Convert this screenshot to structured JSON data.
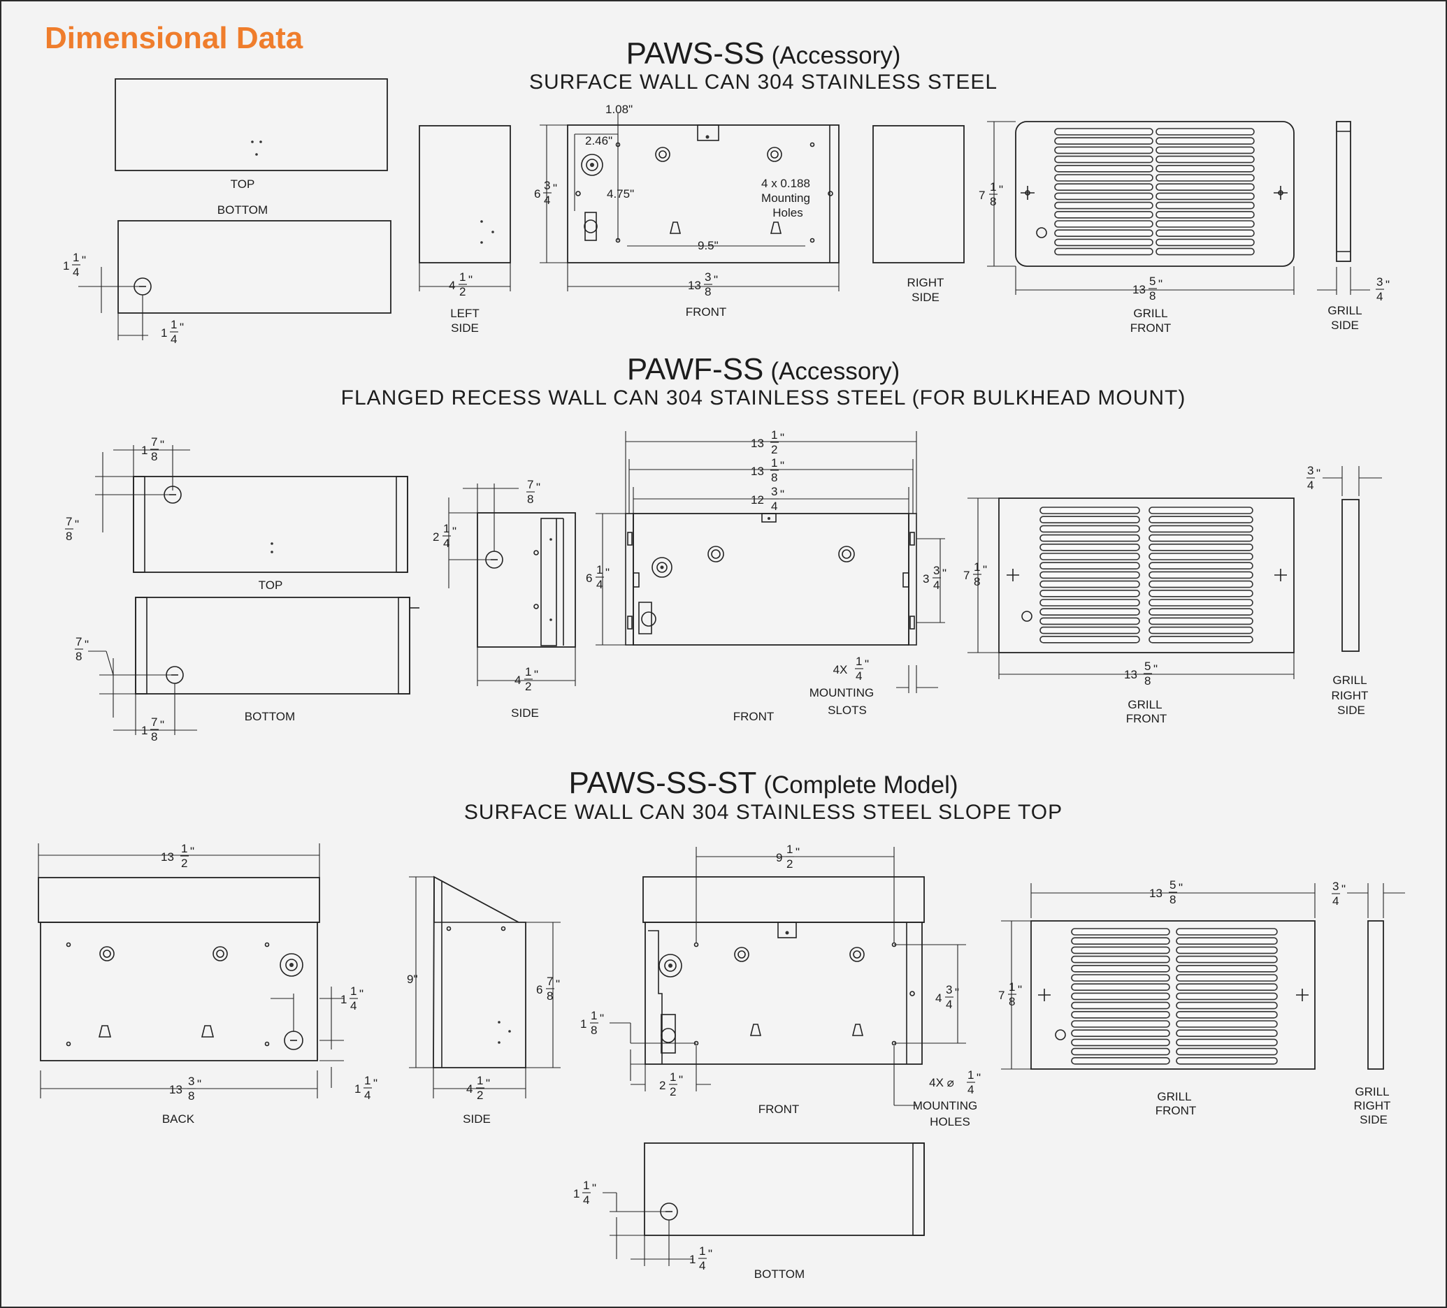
{
  "header": {
    "brand_title": "Dimensional Data"
  },
  "sections": [
    {
      "model": "PAWS-SS",
      "tag": "(Accessory)",
      "subtitle": "SURFACE WALL CAN 304 STAINLESS STEEL"
    },
    {
      "model": "PAWF-SS",
      "tag": "(Accessory)",
      "subtitle": "FLANGED RECESS WALL CAN 304 STAINLESS STEEL (FOR BULKHEAD MOUNT)"
    },
    {
      "model": "PAWS-SS-ST",
      "tag": "(Complete Model)",
      "subtitle": "SURFACE WALL CAN 304 STAINLESS STEEL SLOPE TOP"
    }
  ],
  "s1": {
    "top": "TOP",
    "bottom": "BOTTOM",
    "left_side": [
      "LEFT",
      "SIDE"
    ],
    "front": "FRONT",
    "right_side": [
      "RIGHT",
      "SIDE"
    ],
    "grill_front": [
      "GRILL",
      "FRONT"
    ],
    "grill_side": [
      "GRILL",
      "SIDE"
    ],
    "d_108": "1.08\"",
    "d_246": "2.46\"",
    "d_475": "4.75\"",
    "d_95": "9.5\"",
    "holes": [
      "4 x 0.188",
      "Mounting",
      "Holes"
    ]
  },
  "s2": {
    "top": "TOP",
    "bottom": "BOTTOM",
    "side": "SIDE",
    "front": "FRONT",
    "slots": [
      "MOUNTING",
      "SLOTS"
    ],
    "slots_qty": "4X",
    "grill_front": [
      "GRILL",
      "FRONT"
    ],
    "grill_side": [
      "GRILL",
      "RIGHT",
      "SIDE"
    ]
  },
  "s3": {
    "back": "BACK",
    "side": "SIDE",
    "front": "FRONT",
    "bottom": "BOTTOM",
    "d_9": "9\"",
    "holes_qty": "4X ⌀",
    "holes": [
      "MOUNTING",
      "HOLES"
    ],
    "grill_front": [
      "GRILL",
      "FRONT"
    ],
    "grill_side": [
      "GRILL",
      "RIGHT",
      "SIDE"
    ]
  }
}
